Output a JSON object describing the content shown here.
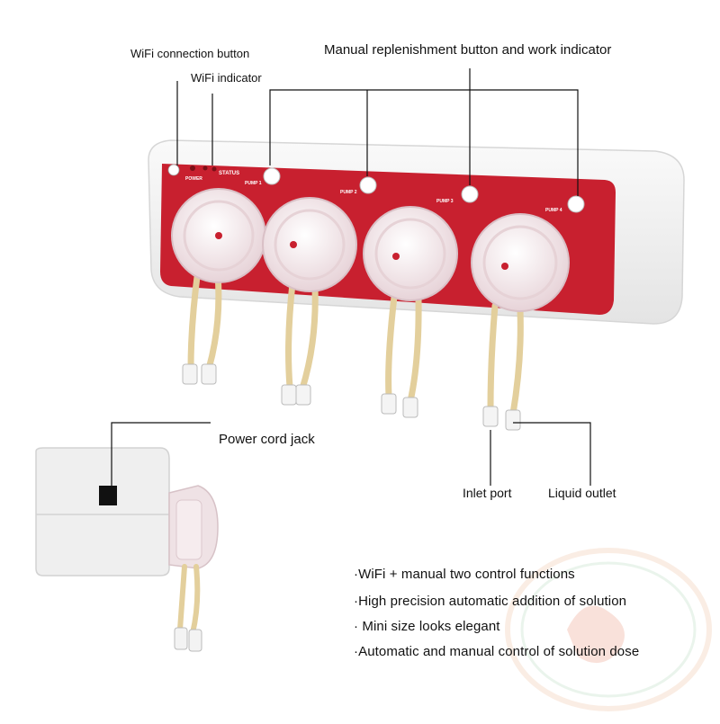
{
  "callouts": {
    "wifi_connection_button": "WiFi connection button",
    "wifi_indicator": "WiFi indicator",
    "manual_button": "Manual replenishment button and work indicator",
    "power_cord_jack": "Power cord jack",
    "inlet_port": "Inlet port",
    "liquid_outlet": "Liquid outlet"
  },
  "panel": {
    "power": "POWER",
    "status": "STATUS",
    "pumps": [
      "PUMP 1",
      "PUMP 2",
      "PUMP 3",
      "PUMP 4"
    ]
  },
  "features": [
    "·WiFi + manual two control functions",
    "·High precision automatic addition of solution",
    "· Mini size looks elegant",
    "·Automatic and manual control of solution dose"
  ],
  "colors": {
    "panel_red": "#c8202f",
    "body_white": "#f2f2f2",
    "pump_head": "#f3e3e6",
    "tube": "#e8d6a8"
  }
}
